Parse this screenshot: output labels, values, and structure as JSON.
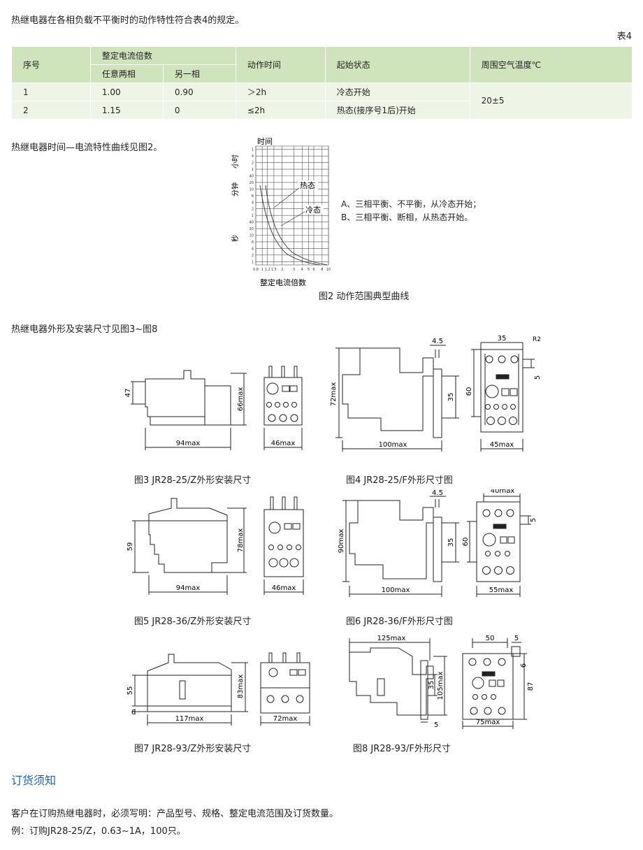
{
  "intro": "热继电器在各相负载不平衡时的动作特性符合表4的规定。",
  "table_label": "表4",
  "table": {
    "headers": {
      "no": "序号",
      "multiple": "整定电流倍数",
      "sub_any_two": "任意两相",
      "sub_other": "另一相",
      "time": "动作时间",
      "start": "起始状态",
      "temp": "周围空气温度℃"
    },
    "rows": [
      {
        "no": "1",
        "any_two": "1.00",
        "other": "0.90",
        "time": "＞2h",
        "start": "冷态开始"
      },
      {
        "no": "2",
        "any_two": "1.15",
        "other": "0",
        "time": "≤2h",
        "start": "热态(接序号1后)开始"
      }
    ],
    "temp_value": "20±5"
  },
  "section2": "热继电器时间—电流特性曲线见图2。",
  "curve": {
    "y_title": "时间",
    "x_title": "整定电流倍数",
    "unit_hour": "小时",
    "unit_min": "分钟",
    "unit_sec": "秒",
    "hot_label": "热态",
    "cold_label": "冷态",
    "y_ticks": [
      "1",
      "4",
      "2",
      "1",
      "40",
      "20",
      "10",
      "6",
      "4",
      "2",
      "1",
      "40",
      "20",
      "10",
      "6",
      "4",
      "2",
      "1"
    ],
    "x_ticks": [
      "0.8",
      "1",
      "1.2",
      "1.5",
      "2",
      "3",
      "4",
      "5",
      "6",
      "8",
      "10"
    ]
  },
  "legend_a": "A、三相平衡、不平衡，从冷态开始；",
  "legend_b": "B、三相平衡、断相，从热态开始。",
  "fig2_caption": "图2  动作范围典型曲线",
  "section3": "热继电器外形及安装尺寸见图3~图8",
  "fig3": {
    "caption": "图3 JR28-25/Z外形安装尺寸",
    "h": "47",
    "h_max": "66max",
    "w_max": "94max",
    "w2_max": "46max"
  },
  "fig4": {
    "caption": "图4 JR28-25/F外形尺寸图",
    "top": "4.5",
    "h_max": "72max",
    "d35": "35",
    "w_max": "100max",
    "w35": "35",
    "r": "R2",
    "h60": "60",
    "d5": "5",
    "w2_max": "45max"
  },
  "fig5": {
    "caption": "图5 JR28-36/Z外形安装尺寸",
    "h": "59",
    "h_max": "78max",
    "w_max": "94max",
    "w2_max": "46max"
  },
  "fig6": {
    "caption": "图6 JR28-36/F外形尺寸图",
    "top": "4.5",
    "h_max": "90max",
    "d35": "35",
    "w_max": "100max",
    "w40": "40max",
    "h60": "60",
    "d5": "5",
    "w2_max": "55max"
  },
  "fig7": {
    "caption": "图7 JR28-93/Z外形安装尺寸",
    "h": "55",
    "h_max": "83max",
    "d6": "6",
    "w_max": "117max",
    "w2_max": "72max"
  },
  "fig8": {
    "caption": "图8 JR28-93/F外形尺寸",
    "w_top": "125max",
    "d35": "35",
    "h_max": "105max",
    "d5": "5",
    "w50": "50",
    "w5": "5",
    "d6": "6",
    "h87": "87",
    "w2_max": "75max"
  },
  "order_title": "订货须知",
  "order_text1": "客户在订购热继电器时，必须写明：产品型号、规格、整定电流范围及订货数量。",
  "order_text2": "例：订购JR28-25/Z，0.63~1A，100只。"
}
